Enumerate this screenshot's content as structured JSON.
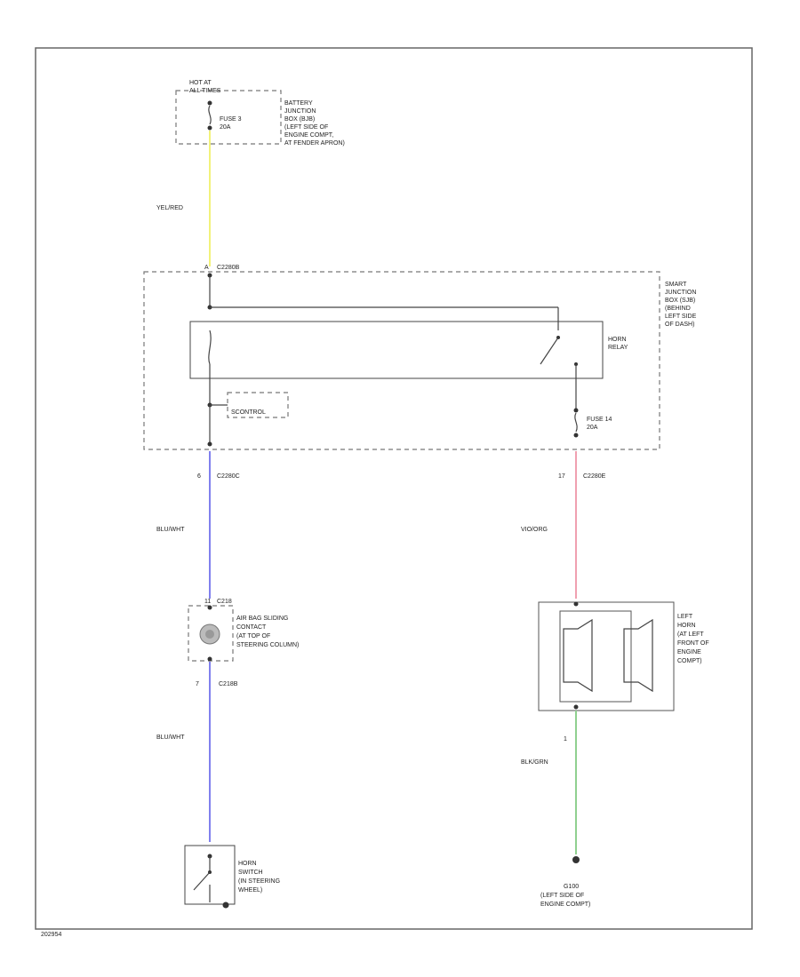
{
  "colors": {
    "yel_red": "#f2f27a",
    "blu_wht": "#8080ee",
    "vio_org": "#f0a0b0",
    "blk_grn": "#90d090",
    "line": "#444444"
  },
  "battery_box": {
    "hot_at_line1": "HOT AT",
    "hot_at_line2": "ALL TIMES",
    "fuse_line1": "FUSE 3",
    "fuse_line2": "20A",
    "desc": [
      "BATTERY",
      "JUNCTION",
      "BOX (BJB)",
      "(LEFT SIDE OF",
      "ENGINE COMPT,",
      "AT FENDER APRON)"
    ]
  },
  "wires": {
    "yel_red": "YEL/RED",
    "blu_wht_upper": "BLU/WHT",
    "blu_wht_lower": "BLU/WHT",
    "vio_org": "VIO/ORG",
    "blk_grn": "BLK/GRN"
  },
  "sjb": {
    "top_connector": "C2280B",
    "desc": [
      "SMART",
      "JUNCTION",
      "BOX (SJB)",
      "(BEHIND",
      "LEFT SIDE",
      "OF DASH)"
    ],
    "relay_label": [
      "HORN",
      "RELAY"
    ],
    "control_label": "SCONTROL",
    "fuse_line1": "FUSE 14",
    "fuse_line2": "20A"
  },
  "connectors": {
    "left_pin": "6",
    "left_name": "C2280C",
    "right_pin": "17",
    "right_name": "C2280E",
    "clockspring_top": "C218",
    "clockspring_top_pin": "11",
    "clockspring_bottom_pin": "7",
    "clockspring_bottom": "C218B",
    "horn_pin": "1"
  },
  "clockspring": {
    "desc": [
      "AIR BAG SLIDING",
      "CONTACT",
      "(AT TOP OF",
      "STEERING COLUMN)"
    ]
  },
  "horn": {
    "desc": [
      "LEFT",
      "HORN",
      "(AT LEFT",
      "FRONT OF",
      "ENGINE",
      "COMPT)"
    ]
  },
  "switch": {
    "desc": [
      "HORN",
      "SWITCH",
      "(IN STEERING",
      "WHEEL)"
    ]
  },
  "ground": {
    "name": "G100",
    "desc": [
      "(LEFT SIDE OF",
      "ENGINE COMPT)"
    ]
  },
  "footer_code": "202954"
}
